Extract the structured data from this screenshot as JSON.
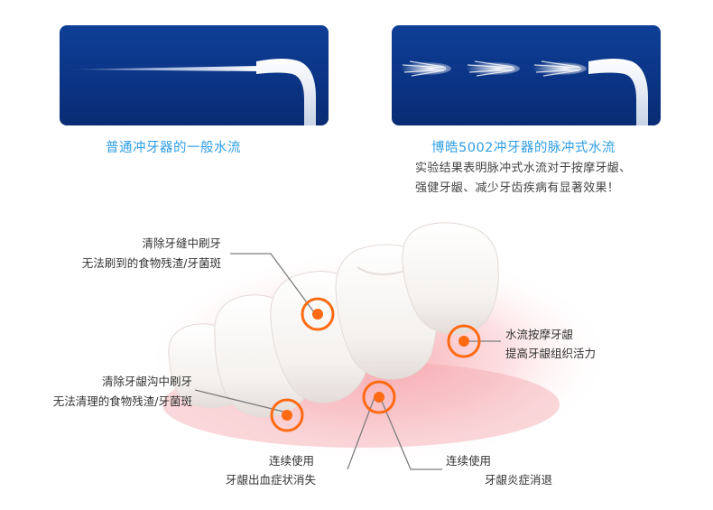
{
  "top_panels": {
    "left_caption": "普通冲牙器的一般水流",
    "right_caption": "博皓5002冲牙器的脉冲式水流",
    "right_desc_line1": "实验结果表明脉冲式水流对于按摩牙龈、",
    "right_desc_line2": "强健牙龈、减少牙齿疾病有显著效果！"
  },
  "callouts": {
    "gap_line1": "清除牙缝中刷牙",
    "gap_line2": "无法刷到的食物残渣/牙菌斑",
    "sulcus_line1": "清除牙龈沟中刷牙",
    "sulcus_line2": "无法清理的食物残渣/牙菌斑",
    "bleeding_line1": "连续使用",
    "bleeding_line2": "牙龈出血症状消失",
    "inflammation_line1": "连续使用",
    "inflammation_line2": "牙龈炎症消退",
    "massage_line1": "水流按摩牙龈",
    "massage_line2": "提高牙龈组织活力"
  },
  "colors": {
    "panel_blue": "#0b3485",
    "caption_blue": "#2f9ee6",
    "marker_orange": "#ff6a13",
    "gum_pink": "#f7b9bf"
  }
}
